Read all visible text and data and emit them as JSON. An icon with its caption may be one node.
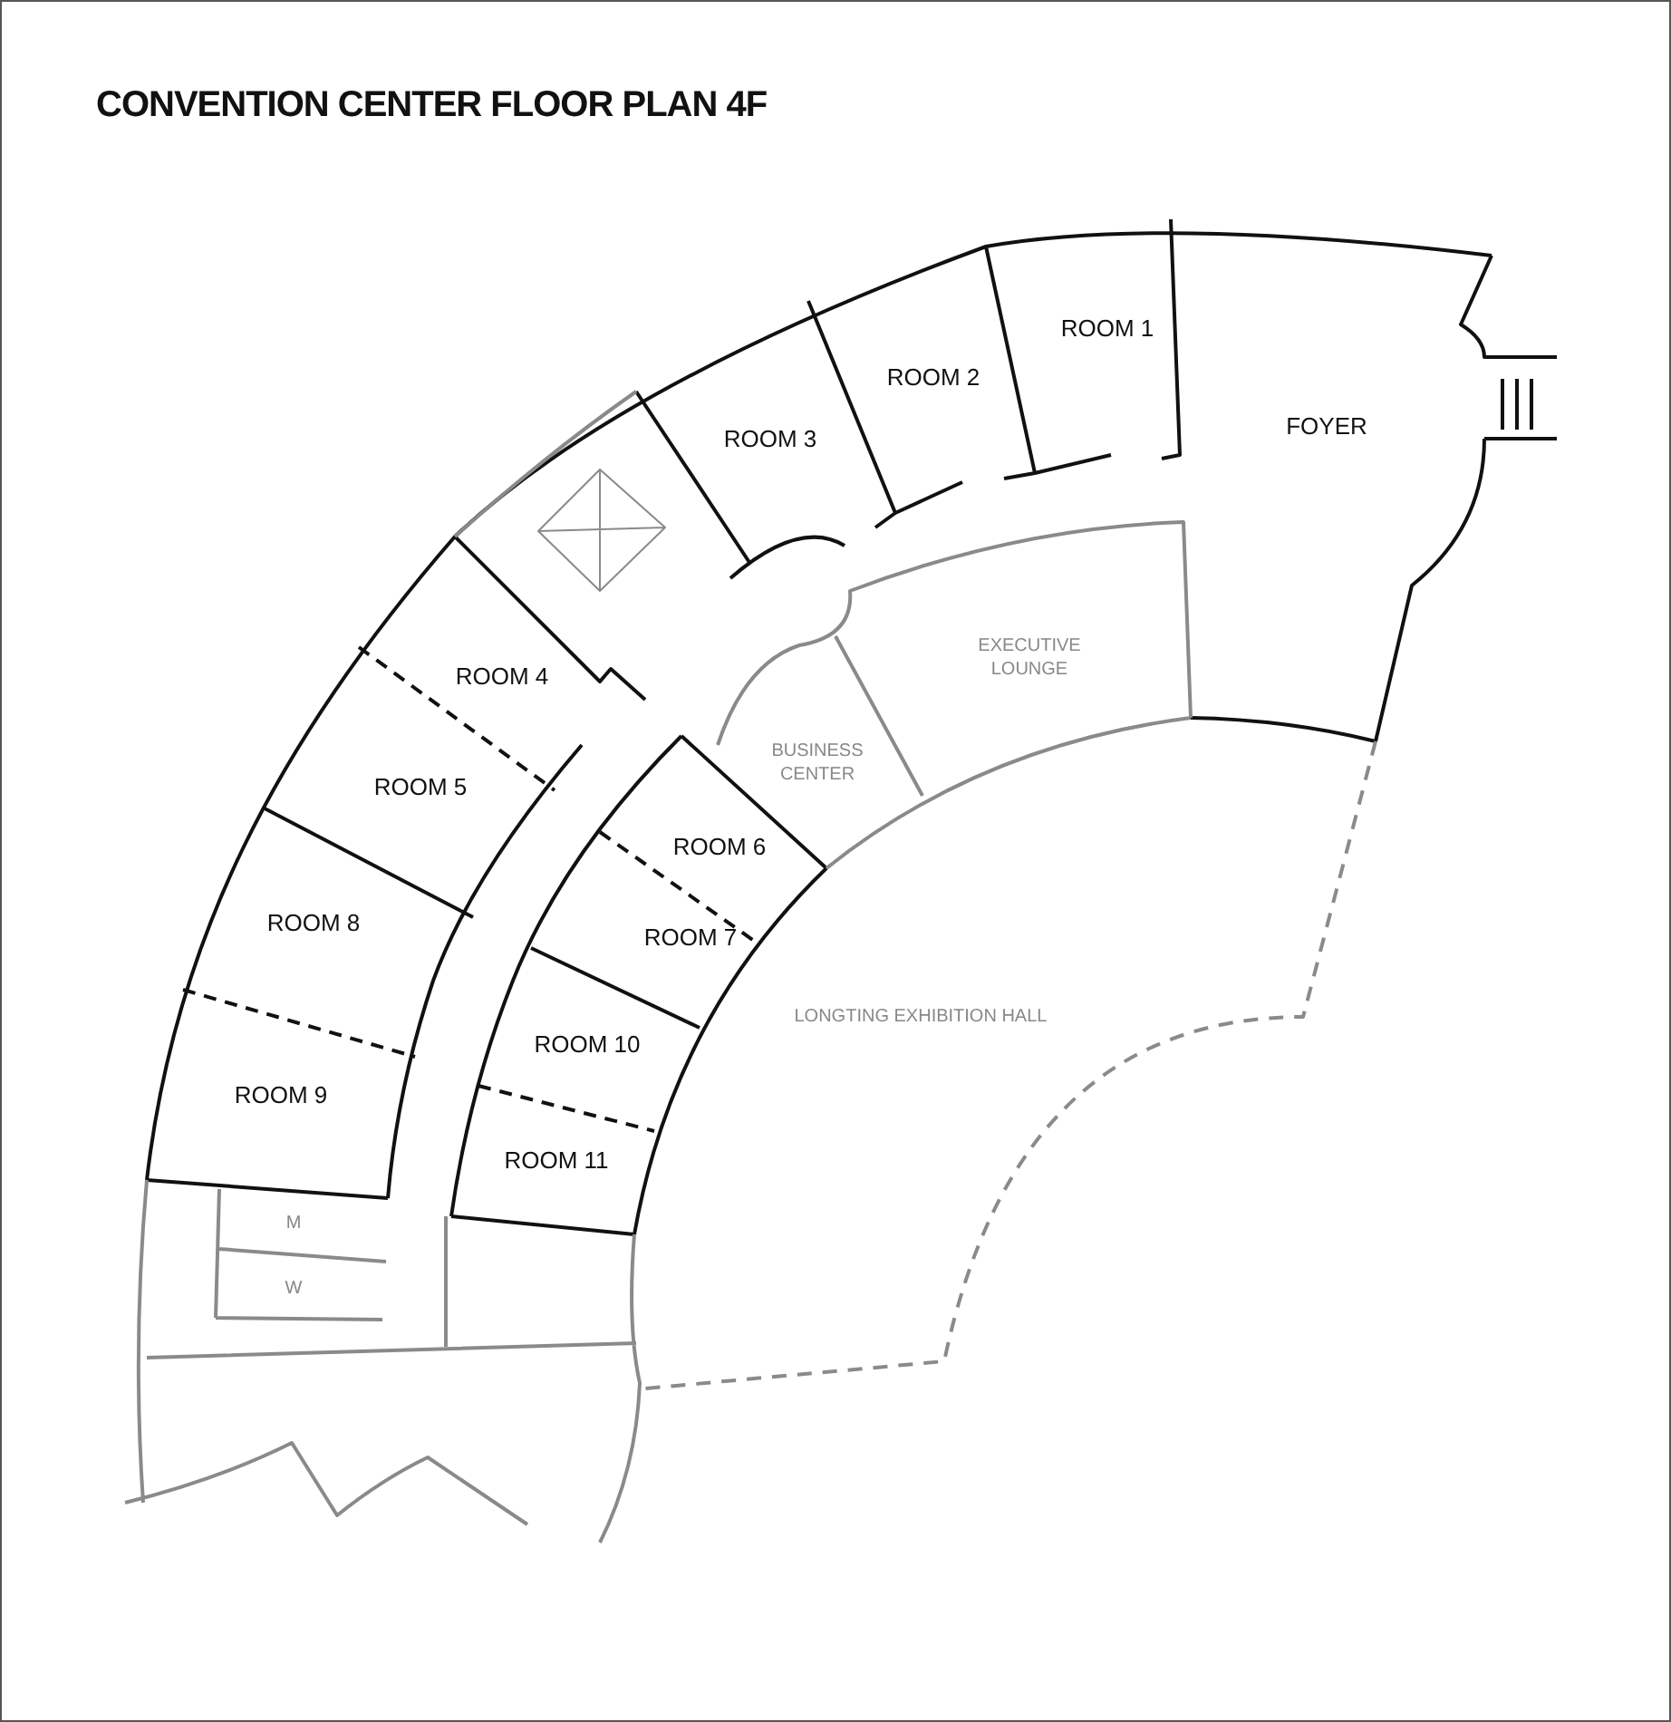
{
  "diagram": {
    "title": "CONVENTION CENTER FLOOR PLAN 4F",
    "labels": [
      "ROOM 1",
      "ROOM 2",
      "ROOM 3",
      "FOYER",
      "EXECUTIVE LOUNGE",
      "ROOM 4",
      "BUSINESS CENTER",
      "ROOM 5",
      "ROOM 6",
      "ROOM 8",
      "ROOM 7",
      "LONGTING EXHIBITION HALL",
      "ROOM 10",
      "ROOM 9",
      "ROOM 11",
      "M",
      "W"
    ]
  }
}
